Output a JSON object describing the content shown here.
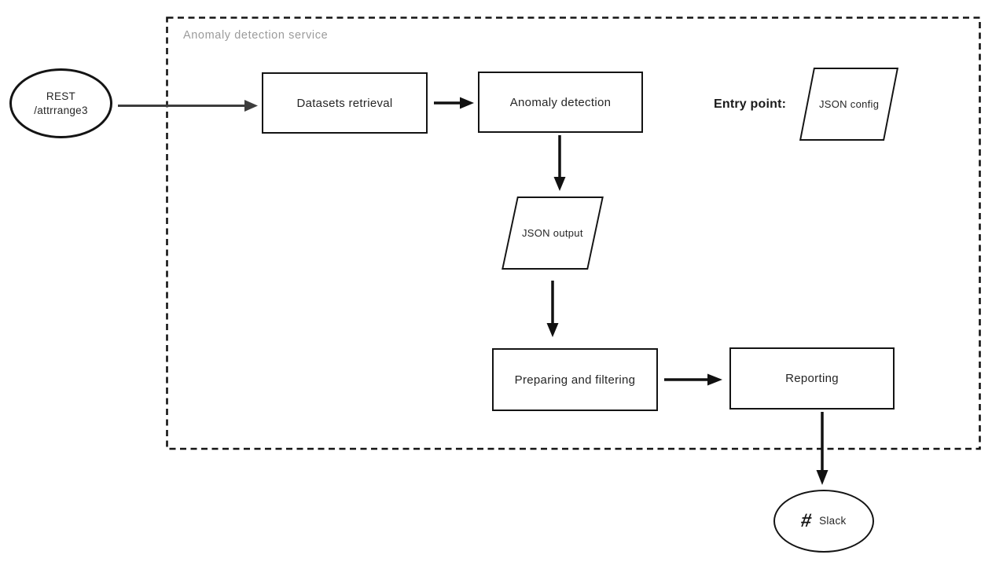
{
  "diagram": {
    "container": {
      "label": "Anomaly detection service"
    },
    "nodes": {
      "rest": {
        "line1": "REST",
        "line2": "/attrrange3",
        "shape": "ellipse"
      },
      "datasets": {
        "label": "Datasets retrieval",
        "shape": "rectangle"
      },
      "anomaly": {
        "label": "Anomaly detection",
        "shape": "rectangle"
      },
      "entry_point": {
        "label": "Entry point:"
      },
      "json_config": {
        "label": "JSON config",
        "shape": "parallelogram"
      },
      "json_output": {
        "label": "JSON output",
        "shape": "parallelogram"
      },
      "preparing": {
        "label": "Preparing and filtering",
        "shape": "rectangle"
      },
      "reporting": {
        "label": "Reporting",
        "shape": "rectangle"
      },
      "slack": {
        "label": "Slack",
        "icon": "#",
        "shape": "ellipse"
      }
    },
    "edges": [
      {
        "from": "rest",
        "to": "datasets"
      },
      {
        "from": "datasets",
        "to": "anomaly"
      },
      {
        "from": "anomaly",
        "to": "json_output"
      },
      {
        "from": "json_output",
        "to": "preparing"
      },
      {
        "from": "preparing",
        "to": "reporting"
      },
      {
        "from": "reporting",
        "to": "slack"
      }
    ],
    "colors": {
      "background": "#ffffff",
      "stroke": "#141414",
      "muted_label": "#9b9b9b",
      "gray_arrow": "#3d3d3d"
    }
  }
}
